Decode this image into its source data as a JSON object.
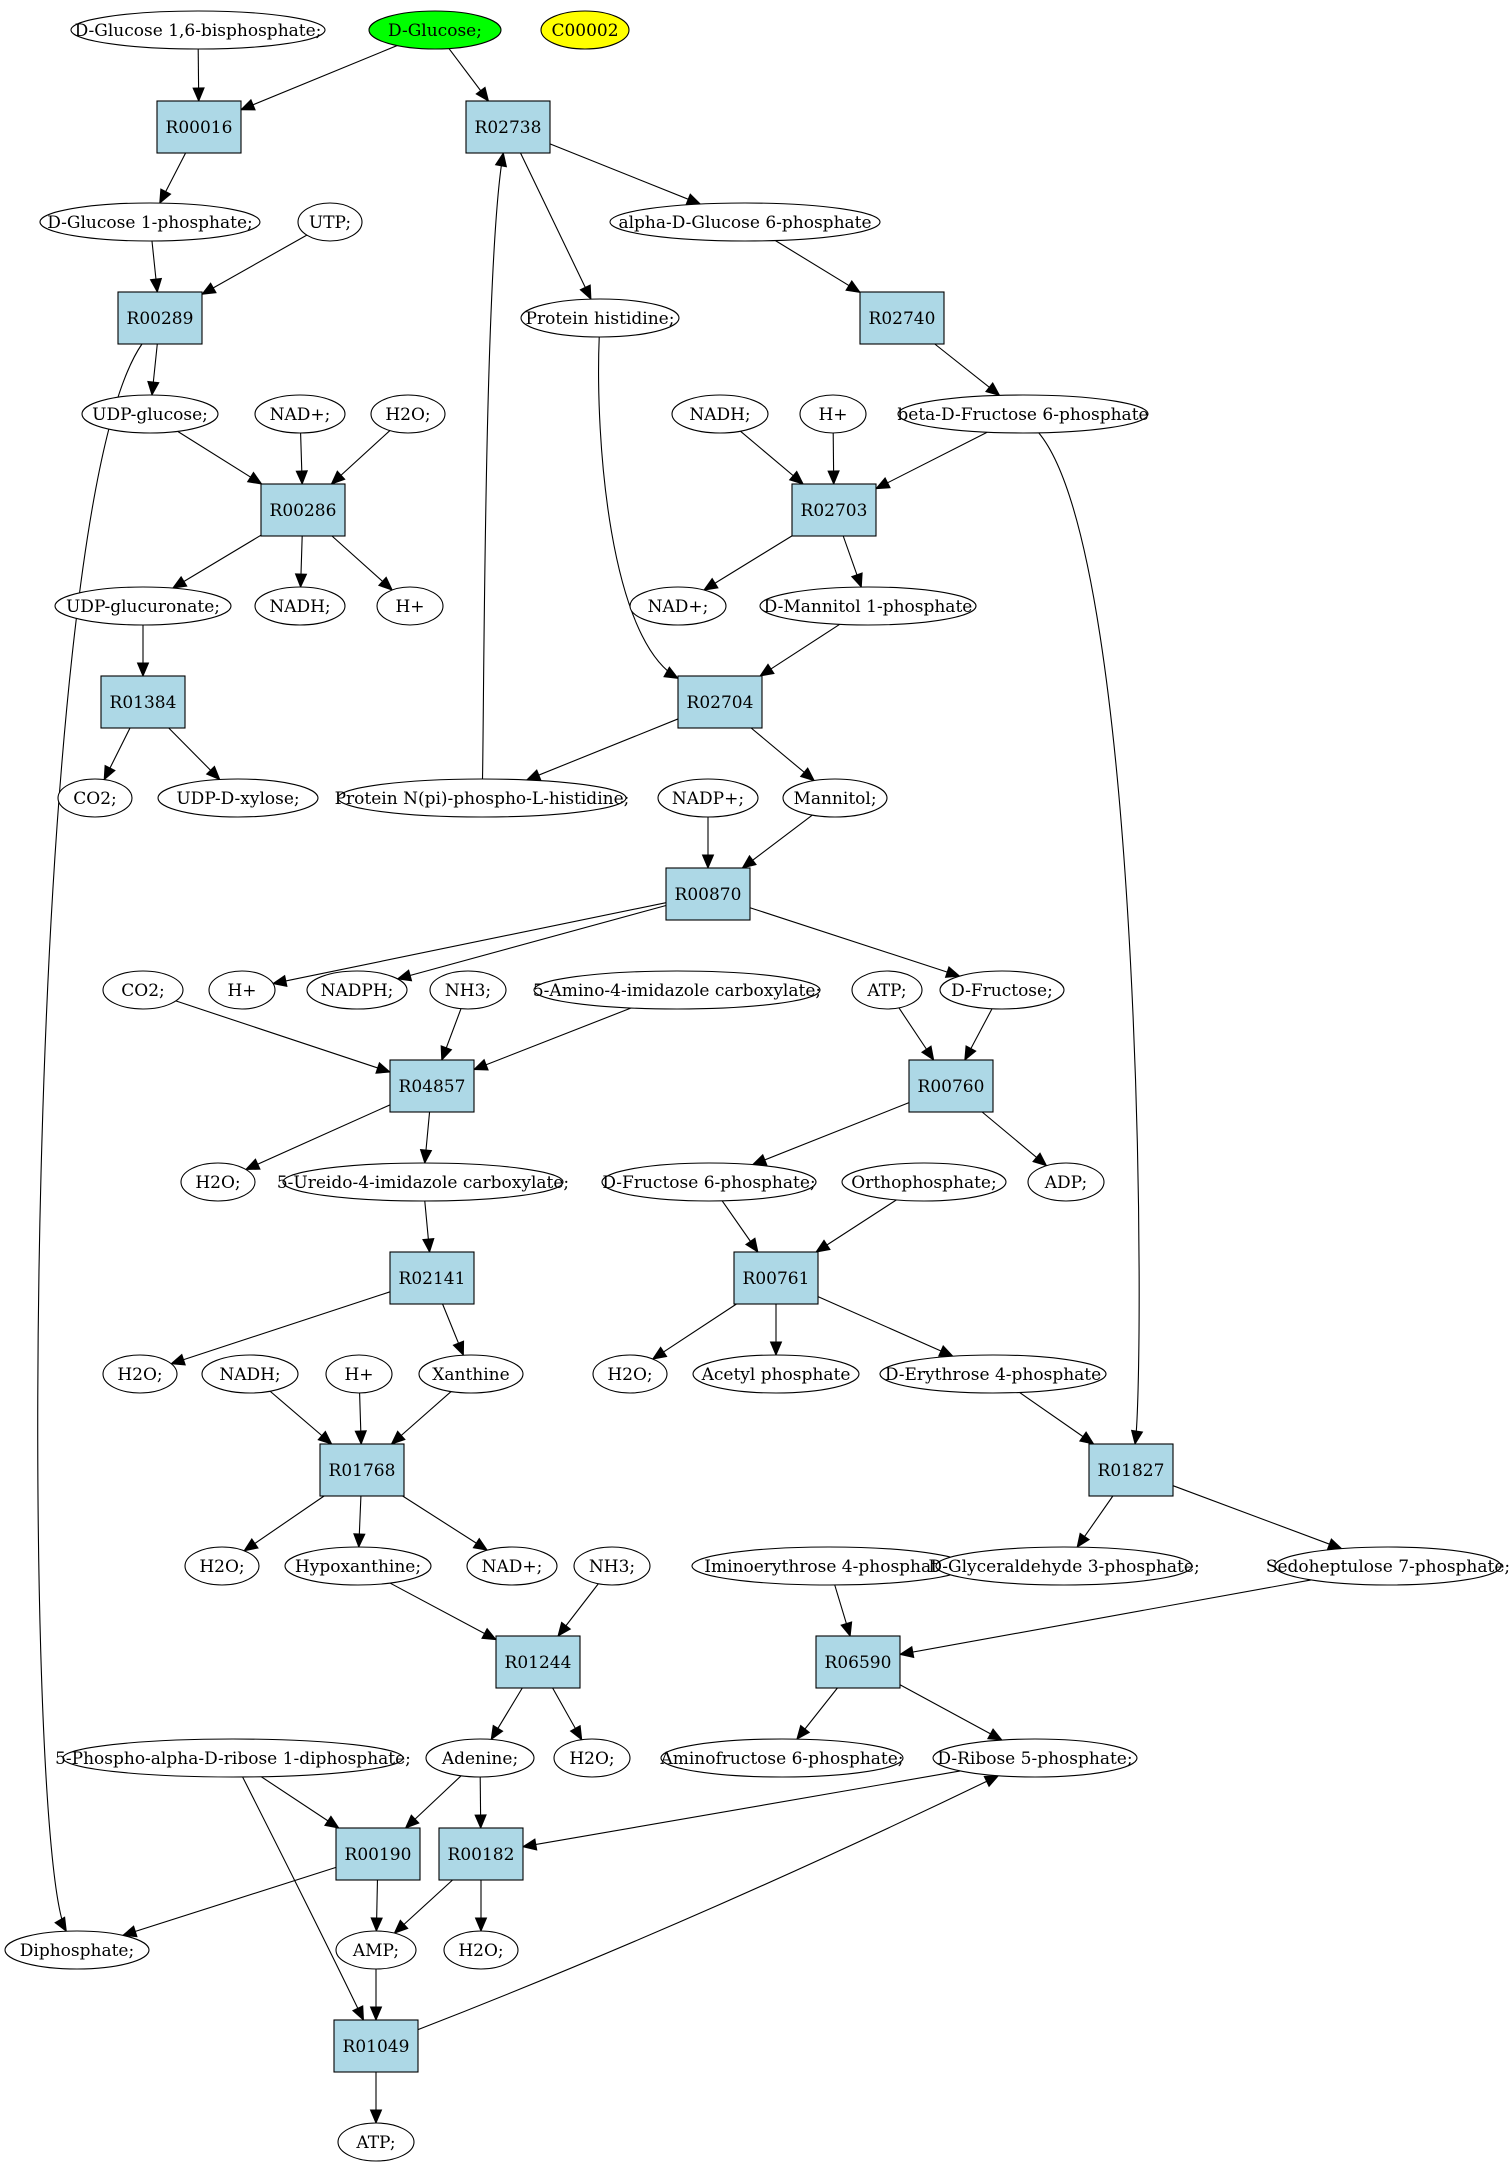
{
  "colors": {
    "reaction_fill": "#add8e6",
    "compound_fill": "#ffffff",
    "highlight_green": "#00ff00",
    "highlight_yellow": "#ffff00",
    "edge": "#000000"
  },
  "compounds": [
    {
      "id": "c_dg16bp",
      "label": "D-Glucose 1,6-bisphosphate;"
    },
    {
      "id": "c_dglucose",
      "label": "D-Glucose;",
      "fill": "#00ff00"
    },
    {
      "id": "c_c00002",
      "label": "C00002",
      "fill": "#ffff00"
    },
    {
      "id": "c_dg1p",
      "label": "D-Glucose 1-phosphate;"
    },
    {
      "id": "c_utp",
      "label": "UTP;"
    },
    {
      "id": "c_adg6p",
      "label": "alpha-D-Glucose 6-phosphate"
    },
    {
      "id": "c_prothis",
      "label": "Protein histidine;"
    },
    {
      "id": "c_udpglc",
      "label": "UDP-glucose;"
    },
    {
      "id": "c_nadp1",
      "label": "NAD+;"
    },
    {
      "id": "c_h2o1",
      "label": "H2O;"
    },
    {
      "id": "c_nadh1",
      "label": "NADH;"
    },
    {
      "id": "c_hplus1",
      "label": "H+"
    },
    {
      "id": "c_bdf6p",
      "label": "beta-D-Fructose 6-phosphate"
    },
    {
      "id": "c_udpglcu",
      "label": "UDP-glucuronate;"
    },
    {
      "id": "c_nadh2",
      "label": "NADH;"
    },
    {
      "id": "c_hplus2",
      "label": "H+"
    },
    {
      "id": "c_nadp2",
      "label": "NAD+;"
    },
    {
      "id": "c_dm1p",
      "label": "D-Mannitol 1-phosphate"
    },
    {
      "id": "c_co2a",
      "label": "CO2;"
    },
    {
      "id": "c_udpxyl",
      "label": "UDP-D-xylose;"
    },
    {
      "id": "c_protnp",
      "label": "Protein N(pi)-phospho-L-histidine;"
    },
    {
      "id": "c_nadpplus",
      "label": "NADP+;"
    },
    {
      "id": "c_mannitol",
      "label": "Mannitol;"
    },
    {
      "id": "c_co2b",
      "label": "CO2;"
    },
    {
      "id": "c_hplus3",
      "label": "H+"
    },
    {
      "id": "c_nadph",
      "label": "NADPH;"
    },
    {
      "id": "c_nh3a",
      "label": "NH3;"
    },
    {
      "id": "c_aic",
      "label": "5-Amino-4-imidazole carboxylate;"
    },
    {
      "id": "c_atp1",
      "label": "ATP;"
    },
    {
      "id": "c_dfru",
      "label": "D-Fructose;"
    },
    {
      "id": "c_h2o2",
      "label": "H2O;"
    },
    {
      "id": "c_uic",
      "label": "5-Ureido-4-imidazole carboxylate;"
    },
    {
      "id": "c_df6p",
      "label": "D-Fructose 6-phosphate;"
    },
    {
      "id": "c_ortho",
      "label": "Orthophosphate;"
    },
    {
      "id": "c_adp",
      "label": "ADP;"
    },
    {
      "id": "c_h2o3",
      "label": "H2O;"
    },
    {
      "id": "c_nadh3",
      "label": "NADH;"
    },
    {
      "id": "c_hplus4",
      "label": "H+"
    },
    {
      "id": "c_xanthine",
      "label": "Xanthine"
    },
    {
      "id": "c_h2o4",
      "label": "H2O;"
    },
    {
      "id": "c_acetylp",
      "label": "Acetyl phosphate"
    },
    {
      "id": "c_de4p",
      "label": "D-Erythrose 4-phosphate"
    },
    {
      "id": "c_h2o5",
      "label": "H2O;"
    },
    {
      "id": "c_hypox",
      "label": "Hypoxanthine;"
    },
    {
      "id": "c_nadp3",
      "label": "NAD+;"
    },
    {
      "id": "c_nh3b",
      "label": "NH3;"
    },
    {
      "id": "c_ie4p",
      "label": "Iminoerythrose 4-phosphate;"
    },
    {
      "id": "c_dga3p",
      "label": "D-Glyceraldehyde 3-phosphate;"
    },
    {
      "id": "c_s7p",
      "label": "Sedoheptulose 7-phosphate;"
    },
    {
      "id": "c_prpp",
      "label": "5-Phospho-alpha-D-ribose 1-diphosphate;"
    },
    {
      "id": "c_adenine",
      "label": "Adenine;"
    },
    {
      "id": "c_h2o6",
      "label": "H2O;"
    },
    {
      "id": "c_af6p",
      "label": "Aminofructose 6-phosphate;"
    },
    {
      "id": "c_dr5p",
      "label": "D-Ribose 5-phosphate;"
    },
    {
      "id": "c_diphos",
      "label": "Diphosphate;"
    },
    {
      "id": "c_amp",
      "label": "AMP;"
    },
    {
      "id": "c_h2o7",
      "label": "H2O;"
    },
    {
      "id": "c_atp2",
      "label": "ATP;"
    }
  ],
  "reactions": [
    {
      "id": "r_R00016",
      "label": "R00016"
    },
    {
      "id": "r_R02738",
      "label": "R02738"
    },
    {
      "id": "r_R00289",
      "label": "R00289"
    },
    {
      "id": "r_R02740",
      "label": "R02740"
    },
    {
      "id": "r_R00286",
      "label": "R00286"
    },
    {
      "id": "r_R02703",
      "label": "R02703"
    },
    {
      "id": "r_R01384",
      "label": "R01384"
    },
    {
      "id": "r_R02704",
      "label": "R02704"
    },
    {
      "id": "r_R00870",
      "label": "R00870"
    },
    {
      "id": "r_R04857",
      "label": "R04857"
    },
    {
      "id": "r_R00760",
      "label": "R00760"
    },
    {
      "id": "r_R02141",
      "label": "R02141"
    },
    {
      "id": "r_R00761",
      "label": "R00761"
    },
    {
      "id": "r_R01768",
      "label": "R01768"
    },
    {
      "id": "r_R01827",
      "label": "R01827"
    },
    {
      "id": "r_R01244",
      "label": "R01244"
    },
    {
      "id": "r_R06590",
      "label": "R06590"
    },
    {
      "id": "r_R00190",
      "label": "R00190"
    },
    {
      "id": "r_R00182",
      "label": "R00182"
    },
    {
      "id": "r_R01049",
      "label": "R01049"
    }
  ],
  "edges": [
    [
      "c_dg16bp",
      "r_R00016"
    ],
    [
      "c_dglucose",
      "r_R00016"
    ],
    [
      "c_dglucose",
      "r_R02738"
    ],
    [
      "r_R00016",
      "c_dg1p"
    ],
    [
      "c_dg1p",
      "r_R00289"
    ],
    [
      "c_utp",
      "r_R00289"
    ],
    [
      "r_R02738",
      "c_adg6p"
    ],
    [
      "r_R02738",
      "c_prothis"
    ],
    [
      "c_protnp",
      "r_R02738"
    ],
    [
      "r_R00289",
      "c_udpglc"
    ],
    [
      "r_R00289",
      "c_diphos"
    ],
    [
      "c_adg6p",
      "r_R02740"
    ],
    [
      "r_R02740",
      "c_bdf6p"
    ],
    [
      "c_udpglc",
      "r_R00286"
    ],
    [
      "c_nadp1",
      "r_R00286"
    ],
    [
      "c_h2o1",
      "r_R00286"
    ],
    [
      "r_R00286",
      "c_udpglcu"
    ],
    [
      "r_R00286",
      "c_nadh1"
    ],
    [
      "r_R00286",
      "c_hplus1"
    ],
    [
      "c_nadh2",
      "r_R02703"
    ],
    [
      "c_hplus2",
      "r_R02703"
    ],
    [
      "c_bdf6p",
      "r_R02703"
    ],
    [
      "r_R02703",
      "c_nadp2"
    ],
    [
      "r_R02703",
      "c_dm1p"
    ],
    [
      "c_bdf6p",
      "r_R01827"
    ],
    [
      "c_udpglcu",
      "r_R01384"
    ],
    [
      "r_R01384",
      "c_co2a"
    ],
    [
      "r_R01384",
      "c_udpxyl"
    ],
    [
      "c_prothis",
      "r_R02704"
    ],
    [
      "c_dm1p",
      "r_R02704"
    ],
    [
      "r_R02704",
      "c_protnp"
    ],
    [
      "r_R02704",
      "c_mannitol"
    ],
    [
      "c_nadpplus",
      "r_R00870"
    ],
    [
      "c_mannitol",
      "r_R00870"
    ],
    [
      "r_R00870",
      "c_hplus3"
    ],
    [
      "r_R00870",
      "c_nadph"
    ],
    [
      "r_R00870",
      "c_dfru"
    ],
    [
      "c_co2b",
      "r_R04857"
    ],
    [
      "c_nh3a",
      "r_R04857"
    ],
    [
      "c_aic",
      "r_R04857"
    ],
    [
      "r_R04857",
      "c_h2o2"
    ],
    [
      "r_R04857",
      "c_uic"
    ],
    [
      "c_atp1",
      "r_R00760"
    ],
    [
      "c_dfru",
      "r_R00760"
    ],
    [
      "r_R00760",
      "c_df6p"
    ],
    [
      "r_R00760",
      "c_adp"
    ],
    [
      "c_uic",
      "r_R02141"
    ],
    [
      "r_R02141",
      "c_h2o3"
    ],
    [
      "r_R02141",
      "c_xanthine"
    ],
    [
      "c_df6p",
      "r_R00761"
    ],
    [
      "c_ortho",
      "r_R00761"
    ],
    [
      "r_R00761",
      "c_h2o4"
    ],
    [
      "r_R00761",
      "c_acetylp"
    ],
    [
      "r_R00761",
      "c_de4p"
    ],
    [
      "c_nadh3",
      "r_R01768"
    ],
    [
      "c_hplus4",
      "r_R01768"
    ],
    [
      "c_xanthine",
      "r_R01768"
    ],
    [
      "r_R01768",
      "c_h2o5"
    ],
    [
      "r_R01768",
      "c_hypox"
    ],
    [
      "r_R01768",
      "c_nadp3"
    ],
    [
      "c_de4p",
      "r_R01827"
    ],
    [
      "r_R01827",
      "c_dga3p"
    ],
    [
      "r_R01827",
      "c_s7p"
    ],
    [
      "c_hypox",
      "r_R01244"
    ],
    [
      "c_nh3b",
      "r_R01244"
    ],
    [
      "r_R01244",
      "c_adenine"
    ],
    [
      "r_R01244",
      "c_h2o6"
    ],
    [
      "c_ie4p",
      "r_R06590"
    ],
    [
      "c_s7p",
      "r_R06590"
    ],
    [
      "r_R06590",
      "c_af6p"
    ],
    [
      "r_R06590",
      "c_dr5p"
    ],
    [
      "c_prpp",
      "r_R00190"
    ],
    [
      "c_adenine",
      "r_R00190"
    ],
    [
      "c_prpp",
      "r_R01049"
    ],
    [
      "c_adenine",
      "r_R00182"
    ],
    [
      "c_dr5p",
      "r_R00182"
    ],
    [
      "r_R00190",
      "c_diphos"
    ],
    [
      "r_R00190",
      "c_amp"
    ],
    [
      "r_R00182",
      "c_amp"
    ],
    [
      "r_R00182",
      "c_h2o7"
    ],
    [
      "c_amp",
      "r_R01049"
    ],
    [
      "r_R01049",
      "c_dr5p"
    ],
    [
      "r_R01049",
      "c_atp2"
    ]
  ]
}
